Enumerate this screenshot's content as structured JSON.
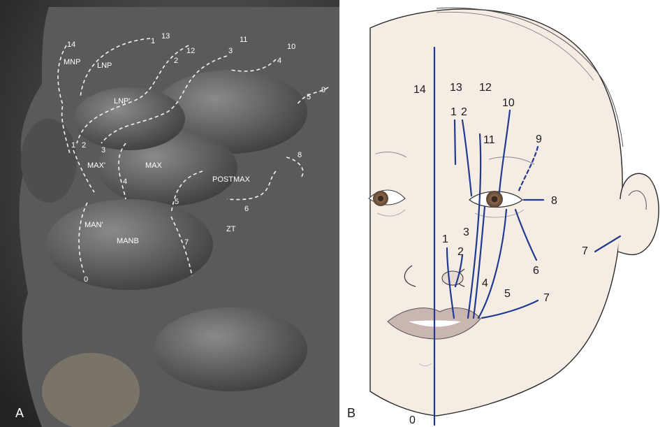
{
  "panel_a": {
    "letter": "A",
    "labels": {
      "n14": "14",
      "n13": "13",
      "n12": "12",
      "n11": "11",
      "n10": "10",
      "n9": "9",
      "n1_top": "1",
      "n2_top": "2",
      "n3_top": "3",
      "n4_top": "4",
      "n5_top": "5",
      "n1_mid": "1",
      "n2_mid": "2",
      "n3_mid": "3",
      "n4_mid": "4",
      "n5_mid": "5",
      "n6": "6",
      "n7": "7",
      "n8": "8",
      "n0": "0",
      "mnp": "MNP",
      "lnp": "LNP",
      "lnp_prime": "LNP'",
      "max_prime": "MAX'",
      "max": "MAX",
      "postmax": "POSTMAX",
      "zt": "ZT",
      "man_prime": "MAN'",
      "manb": "MANB"
    }
  },
  "panel_b": {
    "letter": "B",
    "labels": {
      "n14": "14",
      "n13": "13",
      "n12": "12",
      "n1_top": "1",
      "n2_top": "2",
      "n10": "10",
      "n11": "11",
      "n9": "9",
      "n8": "8",
      "n6": "6",
      "n7_ear": "7",
      "n7_mouth": "7",
      "n5": "5",
      "n4": "4",
      "n3": "3",
      "n2_nose": "2",
      "n1_nose": "1",
      "n0": "0"
    }
  },
  "colors": {
    "line_blue": "#213a8f",
    "skin": "#f5ede4",
    "sem_dark": "#3d3d3d",
    "dashed": "#f2f2f2"
  }
}
